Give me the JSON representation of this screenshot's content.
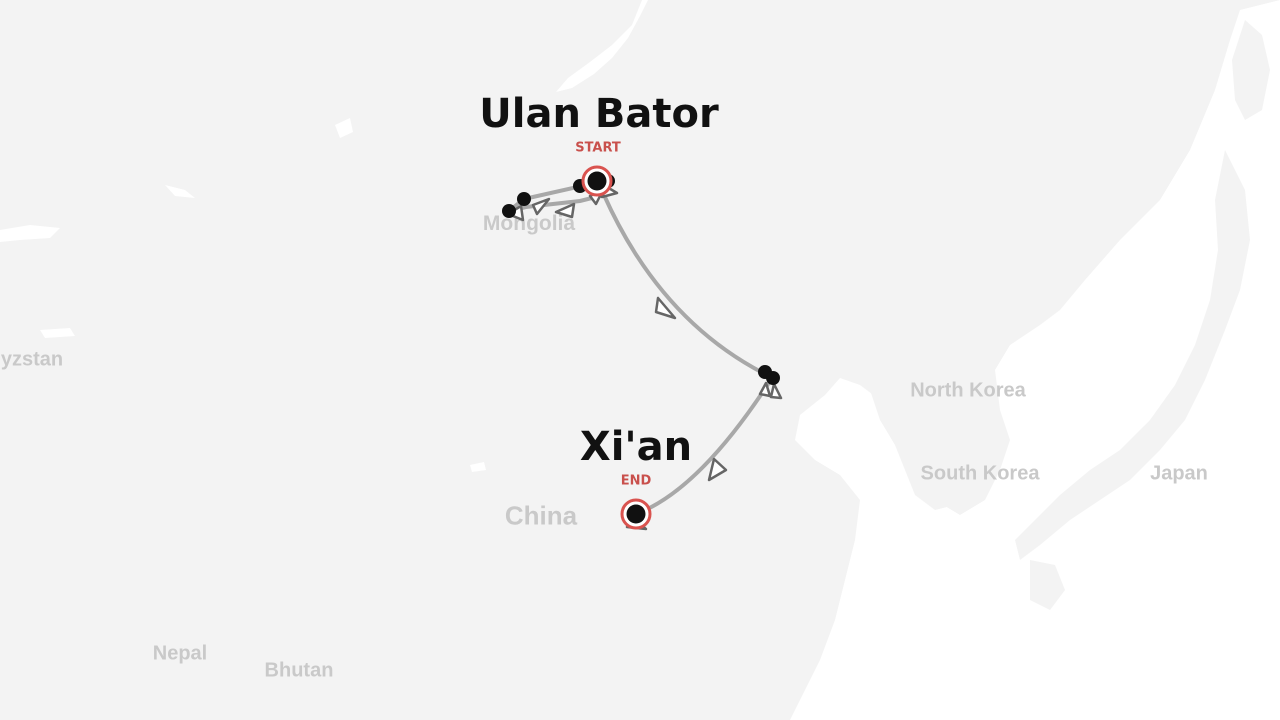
{
  "map": {
    "countries": [
      {
        "id": "mongolia",
        "name": "Mongolia"
      },
      {
        "id": "kyrgyzstan",
        "name": "yzstan"
      },
      {
        "id": "china",
        "name": "China"
      },
      {
        "id": "north-korea",
        "name": "North Korea"
      },
      {
        "id": "south-korea",
        "name": "South Korea"
      },
      {
        "id": "japan",
        "name": "Japan"
      },
      {
        "id": "nepal",
        "name": "Nepal"
      },
      {
        "id": "bhutan",
        "name": "Bhutan"
      }
    ],
    "route": {
      "start": {
        "city": "Ulan Bator",
        "tag": "START"
      },
      "end": {
        "city": "Xi'an",
        "tag": "END"
      },
      "stop_count": 9
    },
    "colors": {
      "land": "#f3f3f3",
      "sea": "#ffffff",
      "route_line": "#a8a8a8",
      "arrow": "#666666",
      "stop": "#111111",
      "endpoint_ring": "#d9534f",
      "tag_text": "#c9504c",
      "city_text": "#111111",
      "country_text": "#c9c9c9"
    }
  }
}
